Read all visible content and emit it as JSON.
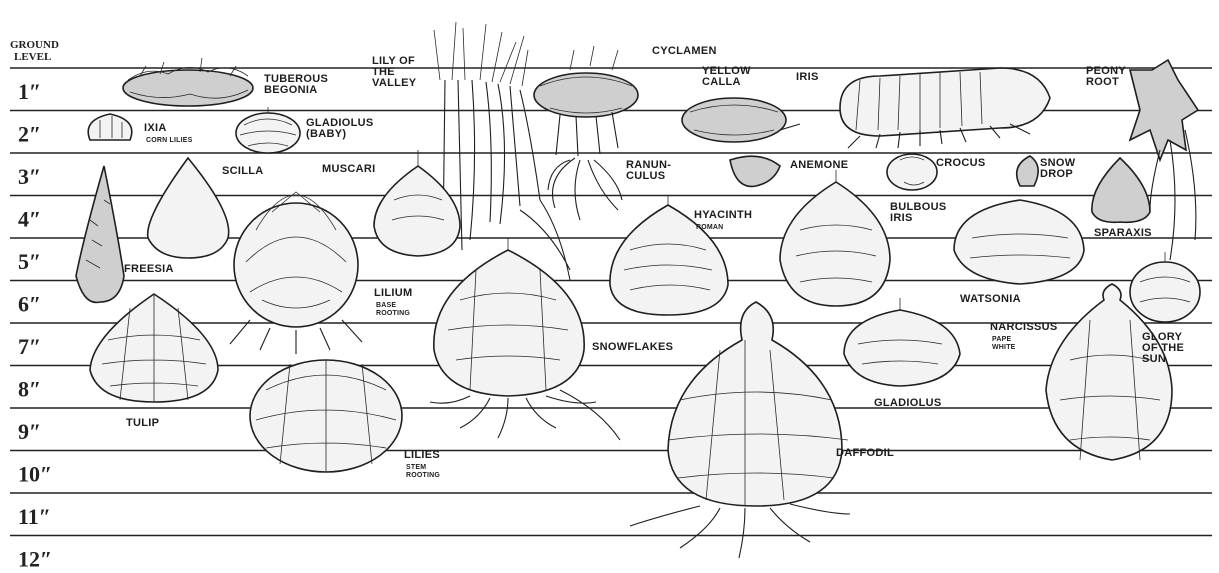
{
  "ground_level": "GROUND\nLEVEL",
  "depths": [
    "1″",
    "2″",
    "3″",
    "4″",
    "5″",
    "6″",
    "7″",
    "8″",
    "9″",
    "10″",
    "11″",
    "12″"
  ],
  "bulbs": [
    {
      "id": "tuberous-begonia",
      "lines": [
        "TUBEROUS",
        "BEGONIA"
      ]
    },
    {
      "id": "ixia",
      "lines": [
        "IXIA"
      ],
      "sub": "CORN LILIES"
    },
    {
      "id": "gladiolus-baby",
      "lines": [
        "GLADIOLUS",
        "(BABY)"
      ]
    },
    {
      "id": "lily-of-the-valley",
      "lines": [
        "LILY OF",
        "THE",
        "VALLEY"
      ]
    },
    {
      "id": "cyclamen",
      "lines": [
        "CYCLAMEN"
      ]
    },
    {
      "id": "yellow-calla",
      "lines": [
        "YELLOW",
        "CALLA"
      ]
    },
    {
      "id": "iris",
      "lines": [
        "IRIS"
      ]
    },
    {
      "id": "peony-root",
      "lines": [
        "PEONY",
        "ROOT"
      ]
    },
    {
      "id": "scilla",
      "lines": [
        "SCILLA"
      ]
    },
    {
      "id": "muscari",
      "lines": [
        "MUSCARI"
      ]
    },
    {
      "id": "ranunculus",
      "lines": [
        "RANUN-",
        "CULUS"
      ]
    },
    {
      "id": "anemone",
      "lines": [
        "ANEMONE"
      ]
    },
    {
      "id": "crocus",
      "lines": [
        "CROCUS"
      ]
    },
    {
      "id": "snow-drop",
      "lines": [
        "SNOW",
        "DROP"
      ]
    },
    {
      "id": "hyacinth",
      "lines": [
        "HYACINTH"
      ],
      "sub": "ROMAN"
    },
    {
      "id": "bulbous-iris",
      "lines": [
        "BULBOUS",
        "IRIS"
      ]
    },
    {
      "id": "sparaxis",
      "lines": [
        "SPARAXIS"
      ]
    },
    {
      "id": "freesia",
      "lines": [
        "FREESIA"
      ]
    },
    {
      "id": "lilium",
      "lines": [
        "LILIUM"
      ],
      "sub": "BASE\nROOTING"
    },
    {
      "id": "watsonia",
      "lines": [
        "WATSONIA"
      ]
    },
    {
      "id": "snowflakes",
      "lines": [
        "SNOWFLAKES"
      ]
    },
    {
      "id": "narcissus",
      "lines": [
        "NARCISSUS"
      ],
      "sub": "PAPE\nWHITE"
    },
    {
      "id": "glory-of-the-sun",
      "lines": [
        "GLORY",
        "OF THE",
        "SUN"
      ]
    },
    {
      "id": "tulip",
      "lines": [
        "TULIP"
      ]
    },
    {
      "id": "gladiolus",
      "lines": [
        "GLADIOLUS"
      ]
    },
    {
      "id": "lilies",
      "lines": [
        "LILIES"
      ],
      "sub": "STEM\nROOTING"
    },
    {
      "id": "daffodil",
      "lines": [
        "DAFFODIL"
      ]
    }
  ]
}
